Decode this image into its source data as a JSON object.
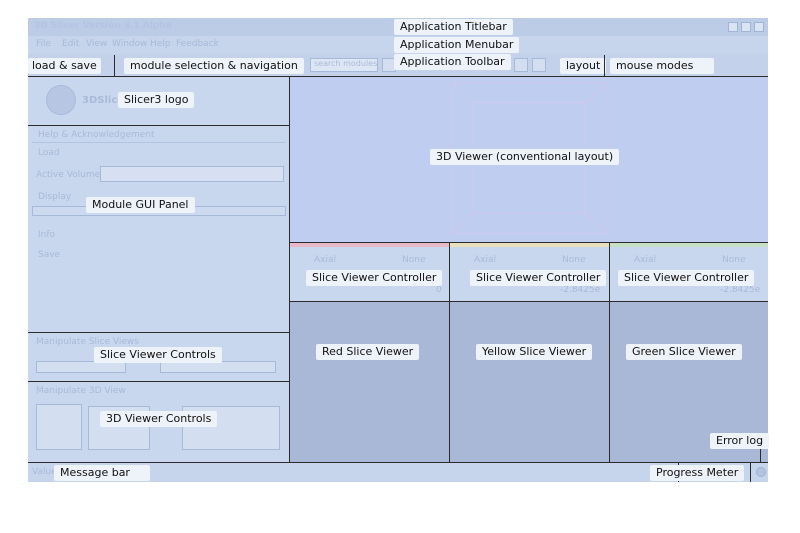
{
  "window": {
    "ghost_title": "3D Slicer Version 3.1 Alpha",
    "window_controls": [
      "minimize-icon",
      "maximize-icon",
      "close-icon"
    ]
  },
  "ghost_menu": [
    "File",
    "Edit",
    "View",
    "Window",
    "Help",
    "Feedback"
  ],
  "annotations": {
    "titlebar": "Application Titlebar",
    "menubar": "Application Menubar",
    "toolbar": "Application Toolbar",
    "load_save": "load & save",
    "module_nav": "module selection & navigation",
    "layout": "layout",
    "mouse_modes": "mouse modes",
    "logo": "Slicer3 logo",
    "module_panel": "Module GUI Panel",
    "viewer_3d": "3D Viewer (conventional layout)",
    "slice_ctrl_red": "Slice Viewer Controller",
    "slice_ctrl_yellow": "Slice Viewer Controller",
    "slice_ctrl_green": "Slice Viewer Controller",
    "red_viewer": "Red Slice Viewer",
    "yellow_viewer": "Yellow Slice Viewer",
    "green_viewer": "Green Slice Viewer",
    "slice_controls": "Slice Viewer Controls",
    "viewer3d_controls": "3D Viewer Controls",
    "error_log": "Error log",
    "message_bar": "Message bar",
    "progress_meter": "Progress Meter"
  },
  "ghost_panel": {
    "logo_text": "3DSlicer",
    "help": "Help & Acknowledgement",
    "load": "Load",
    "active_volume": "Active Volume",
    "display": "Display",
    "info": "Info",
    "save": "Save",
    "manipulate_slice": "Manipulate Slice Views",
    "manipulate_3d": "Manipulate 3D View",
    "search_placeholder": "search modules",
    "status_prefix": "Value"
  },
  "ghost_slice": {
    "axial": "Axial",
    "none": "None",
    "red_offset": "0",
    "yellow_offset": "-2.8425e",
    "green_offset": "-2.8425e"
  },
  "colors": {
    "panel": "#c8d6ee",
    "viewer_3d": "#bfcef0",
    "slice_viewer": "#a8b8d6",
    "label_bg": "#eef2f9",
    "red_bar": "#e6b8c8",
    "yellow_bar": "#e8e0bc",
    "green_bar": "#c6e0c6"
  }
}
